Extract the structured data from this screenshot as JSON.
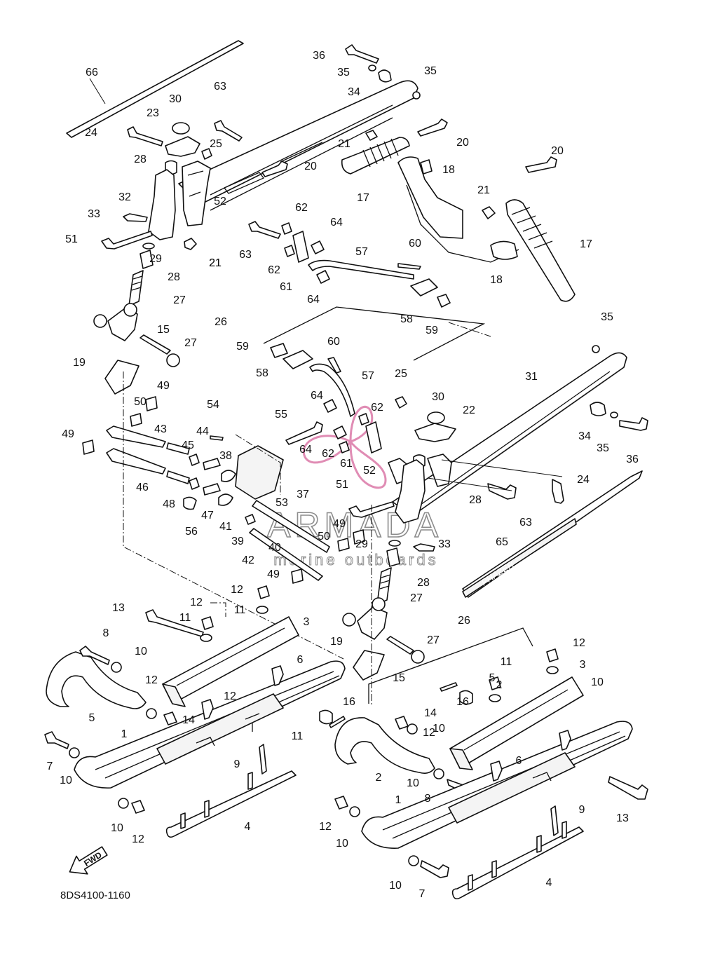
{
  "diagram": {
    "drawing_code": "8DS4100-1160",
    "fwd_label": "FWD",
    "decal_text": "PHAZER",
    "watermark": {
      "brand": "ARMADA",
      "tagline": "marine outboards",
      "petal_color": "#e08cb4",
      "text_color": "#8c8c8c"
    },
    "callouts": [
      "66",
      "63",
      "36",
      "35",
      "34",
      "35",
      "30",
      "23",
      "24",
      "25",
      "28",
      "32",
      "52",
      "21",
      "20",
      "20",
      "21",
      "17",
      "18",
      "20",
      "21",
      "17",
      "18",
      "33",
      "51",
      "21",
      "62",
      "63",
      "64",
      "62",
      "61",
      "64",
      "57",
      "60",
      "58",
      "59",
      "29",
      "28",
      "27",
      "26",
      "15",
      "27",
      "19",
      "35",
      "31",
      "60",
      "59",
      "58",
      "57",
      "64",
      "62",
      "25",
      "30",
      "22",
      "34",
      "35",
      "36",
      "50",
      "49",
      "49",
      "43",
      "54",
      "44",
      "45",
      "55",
      "64",
      "62",
      "61",
      "52",
      "51",
      "24",
      "63",
      "46",
      "38",
      "48",
      "56",
      "47",
      "41",
      "53",
      "37",
      "28",
      "49",
      "39",
      "42",
      "40",
      "50",
      "49",
      "29",
      "33",
      "65",
      "28",
      "27",
      "26",
      "12",
      "11",
      "13",
      "12",
      "11",
      "3",
      "8",
      "10",
      "19",
      "15",
      "27",
      "12",
      "11",
      "3",
      "2",
      "10",
      "12",
      "5",
      "14",
      "6",
      "16",
      "12",
      "11",
      "14",
      "5",
      "16",
      "12",
      "10",
      "1",
      "7",
      "10",
      "9",
      "2",
      "10",
      "8",
      "6",
      "13",
      "1",
      "12",
      "10",
      "10",
      "12",
      "4",
      "9",
      "10",
      "7",
      "4"
    ]
  }
}
